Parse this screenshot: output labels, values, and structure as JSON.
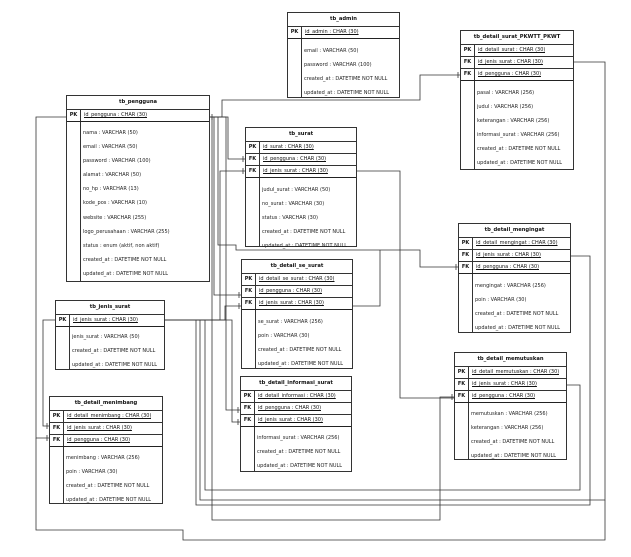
{
  "entities": {
    "tb_admin": {
      "name": "tb_admin",
      "keys": [
        {
          "k": "PK",
          "n": "id_admin : CHAR (30)"
        }
      ],
      "attrs": [
        "email : VARCHAR (50)",
        "password : VARCHAR (100)",
        "created_at : DATETIME NOT NULL",
        "updated_at : DATETIME NOT NULL"
      ]
    },
    "tb_pengguna": {
      "name": "tb_pengguna",
      "keys": [
        {
          "k": "PK",
          "n": "id_pengguna : CHAR (30)"
        }
      ],
      "attrs": [
        "nama : VARCHAR (50)",
        "email : VARCHAR (50)",
        "password : VARCHAR (100)",
        "alamat : VARCHAR (50)",
        "no_hp : VARCHAR (13)",
        "kode_pos : VARCHAR (10)",
        "website : VARCHAR (255)",
        "logo_perusahaan : VARCHAR (255)",
        "status : enum (aktif, non aktif)",
        "created_at : DATETIME NOT NULL",
        "updated_at : DATETIME NOT NULL"
      ]
    },
    "tb_surat": {
      "name": "tb_surat",
      "keys": [
        {
          "k": "PK",
          "n": "id_surat : CHAR (30)"
        },
        {
          "k": "FK",
          "n": "id_pengguna : CHAR (30)"
        },
        {
          "k": "FK",
          "n": "id_jenis_surat : CHAR (30)"
        }
      ],
      "attrs": [
        "judul_surat : VARCHAR (50)",
        "no_surat : VARCHAR (30)",
        "status : VARCHAR (30)",
        "created_at : DATETIME NOT NULL",
        "updated_at : DATETIME NOT NULL"
      ]
    },
    "tb_detail_surat_pkwtt_pkwt": {
      "name": "tb_detail_surat_PKWTT_PKWT",
      "keys": [
        {
          "k": "PK",
          "n": "id_detail_surat : CHAR (30)"
        },
        {
          "k": "FK",
          "n": "id_jenis_surat : CHAR (30)"
        },
        {
          "k": "FK",
          "n": "id_pengguna : CHAR (30)"
        }
      ],
      "attrs": [
        "pasal : VARCHAR (256)",
        "judul : VARCHAR (256)",
        "keterangan : VARCHAR (256)",
        "informasi_surat : VARCHAR (256)",
        "created_at : DATETIME NOT NULL",
        "updated_at : DATETIME NOT NULL"
      ]
    },
    "tb_detail_mengingat": {
      "name": "tb_detail_mengingat",
      "keys": [
        {
          "k": "PK",
          "n": "id_detail_mengingat : CHAR (30)"
        },
        {
          "k": "FK",
          "n": "id_jenis_surat : CHAR (30)"
        },
        {
          "k": "FK",
          "n": "id_pengguna : CHAR (30)"
        }
      ],
      "attrs": [
        "mengingat : VARCHAR (256)",
        "poin : VARCHAR (30)",
        "created_at : DATETIME NOT NULL",
        "updated_at : DATETIME NOT NULL"
      ]
    },
    "tb_detail_se_surat": {
      "name": "tb_detail_se_surat",
      "keys": [
        {
          "k": "PK",
          "n": "id_detail_se_surat : CHAR (30)"
        },
        {
          "k": "FK",
          "n": "id_pengguna : CHAR (30)"
        },
        {
          "k": "FK",
          "n": "id_jenis_surat : CHAR (30)"
        }
      ],
      "attrs": [
        "se_surat : VARCHAR (256)",
        "poin : VARCHAR (30)",
        "created_at : DATETIME NOT NULL",
        "updated_at : DATETIME NOT NULL"
      ]
    },
    "tb_jenis_surat": {
      "name": "tb_jenis_surat",
      "keys": [
        {
          "k": "PK",
          "n": "id_jenis_surat : CHAR (30)"
        }
      ],
      "attrs": [
        "jenis_surat : VARCHAR (50)",
        "created_at : DATETIME NOT NULL",
        "updated_at : DATETIME NOT NULL"
      ]
    },
    "tb_detail_informasi_surat": {
      "name": "tb_detail_informasi_surat",
      "keys": [
        {
          "k": "PK",
          "n": "id_detail_informasi : CHAR (30)"
        },
        {
          "k": "FK",
          "n": "id_pengguna : CHAR (30)"
        },
        {
          "k": "FK",
          "n": "id_jenis_surat : CHAR (30)"
        }
      ],
      "attrs": [
        "informasi_surat : VARCHAR (256)",
        "created_at : DATETIME NOT NULL",
        "updated_at : DATETIME NOT NULL"
      ]
    },
    "tb_detail_memutuskan": {
      "name": "tb_detail_memutuskan",
      "keys": [
        {
          "k": "PK",
          "n": "id_detail_memutuskan : CHAR (30)"
        },
        {
          "k": "FK",
          "n": "id_jenis_surat : CHAR (30)"
        },
        {
          "k": "FK",
          "n": "id_pengguna : CHAR (30)"
        }
      ],
      "attrs": [
        "memutuskan : VARCHAR (256)",
        "keterangan : VARCHAR (256)",
        "created_at : DATETIME NOT NULL",
        "updated_at : DATETIME NOT NULL"
      ]
    },
    "tb_detail_menimbang": {
      "name": "tb_detail_menimbang",
      "keys": [
        {
          "k": "PK",
          "n": "id_detail_menimbang : CHAR (30)"
        },
        {
          "k": "FK",
          "n": "id_jenis_surat : CHAR (30)"
        },
        {
          "k": "FK",
          "n": "id_pengguna : CHAR (30)"
        }
      ],
      "attrs": [
        "menimbang : VARCHAR (256)",
        "poin : VARCHAR (30)",
        "created_at : DATETIME NOT NULL",
        "updated_at : DATETIME NOT NULL"
      ]
    }
  }
}
